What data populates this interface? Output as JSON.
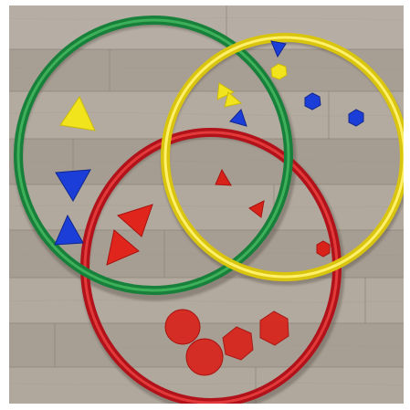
{
  "scene": {
    "subject": "venn-diagram-of-hoops-with-plastic-shapes-on-wood-floor",
    "colors": {
      "frame": "#ffffff",
      "floor_light": "#b8b0a6",
      "floor_mid": "#a49b90",
      "floor_dark": "#8f867b",
      "hoop_green": "#1e8a3c",
      "hoop_green_light": "#3fb05a",
      "hoop_yellow": "#ecd81a",
      "hoop_yellow_light": "#fff06a",
      "hoop_red": "#c8141c",
      "hoop_red_light": "#ee3b3b",
      "shape_yellow": "#f2e41c",
      "shape_blue": "#1c3ed8",
      "shape_red": "#e0261c",
      "shape_red_translucent": "#e02a22"
    },
    "hoops": [
      {
        "name": "green-hoop",
        "color_key": "hoop_green"
      },
      {
        "name": "yellow-hoop",
        "color_key": "hoop_yellow"
      },
      {
        "name": "red-hoop",
        "color_key": "hoop_red"
      }
    ],
    "shapes": [
      {
        "name": "yellow-triangle-large",
        "kind": "triangle",
        "color": "yellow"
      },
      {
        "name": "blue-triangle-large",
        "kind": "triangle",
        "color": "blue"
      },
      {
        "name": "blue-triangle-lower",
        "kind": "triangle",
        "color": "blue"
      },
      {
        "name": "blue-triangle-small-top",
        "kind": "triangle",
        "color": "blue"
      },
      {
        "name": "yellow-hexagon-small",
        "kind": "hexagon",
        "color": "yellow"
      },
      {
        "name": "yellow-triangle-small-a",
        "kind": "triangle",
        "color": "yellow"
      },
      {
        "name": "yellow-triangle-small-b",
        "kind": "triangle",
        "color": "yellow"
      },
      {
        "name": "blue-triangle-small-mid",
        "kind": "triangle",
        "color": "blue"
      },
      {
        "name": "blue-hexagon-a",
        "kind": "hexagon",
        "color": "blue"
      },
      {
        "name": "blue-hexagon-b",
        "kind": "hexagon",
        "color": "blue"
      },
      {
        "name": "red-triangle-small-center",
        "kind": "triangle",
        "color": "red"
      },
      {
        "name": "red-triangle-small-right",
        "kind": "triangle",
        "color": "red"
      },
      {
        "name": "red-hexagon-small",
        "kind": "hexagon",
        "color": "red"
      },
      {
        "name": "red-triangle-large-a",
        "kind": "triangle",
        "color": "red"
      },
      {
        "name": "red-triangle-large-b",
        "kind": "triangle",
        "color": "red"
      },
      {
        "name": "red-circle-a",
        "kind": "circle",
        "color": "red"
      },
      {
        "name": "red-circle-b",
        "kind": "circle",
        "color": "red"
      },
      {
        "name": "red-hexagon-large-a",
        "kind": "hexagon",
        "color": "red"
      },
      {
        "name": "red-hexagon-large-b",
        "kind": "hexagon",
        "color": "red"
      }
    ]
  }
}
